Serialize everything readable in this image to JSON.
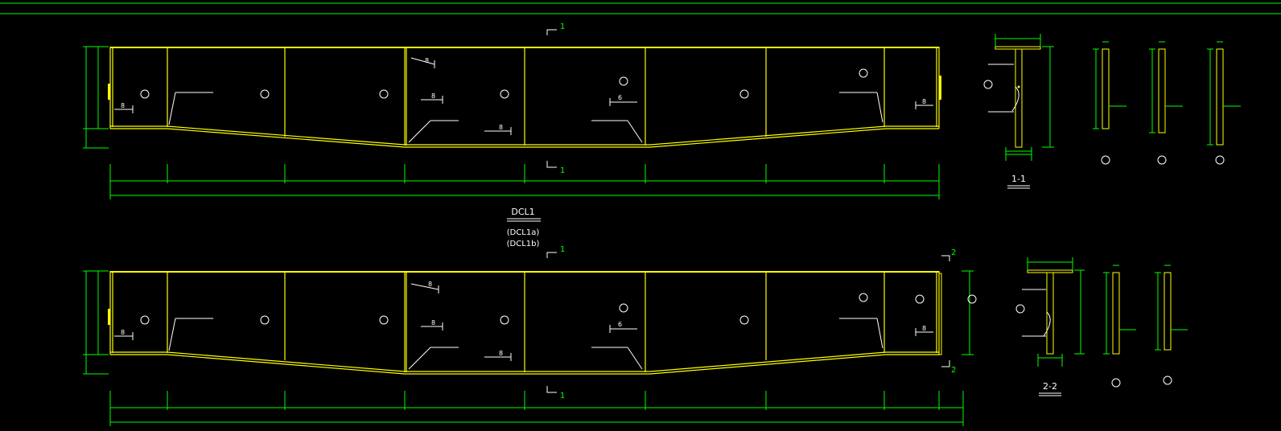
{
  "title": {
    "main": "DCL1",
    "sub1": "(DCL1a)",
    "sub2": "(DCL1b)"
  },
  "section_marks": {
    "s1": "1",
    "s2": "2"
  },
  "section_titles": {
    "t1": "1-1",
    "t2": "2-2"
  },
  "welds": {
    "w8": "8",
    "w6": "6"
  },
  "colors": {
    "beam": "#ffff00",
    "dimension": "#00ff00",
    "text": "#ffffff",
    "frame": "#00ff00",
    "background": "#000000"
  }
}
